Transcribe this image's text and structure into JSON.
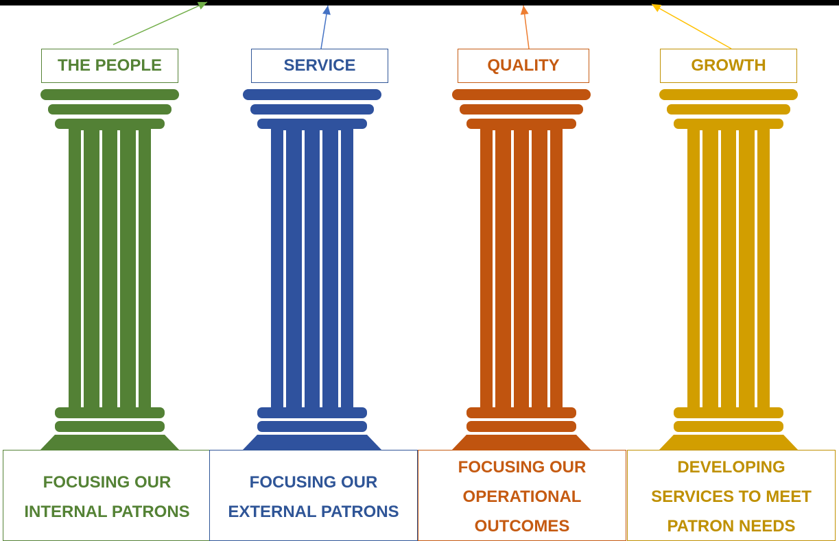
{
  "pillars": [
    {
      "name": "THE PEOPLE",
      "description": "FOCUSING OUR INTERNAL PATRONS",
      "color": "#548235"
    },
    {
      "name": "SERVICE",
      "description": "FOCUSING OUR EXTERNAL PATRONS",
      "color": "#2F5597"
    },
    {
      "name": "QUALITY",
      "description": "FOCUSING OUR OPERATIONAL OUTCOMES",
      "color": "#C55A11"
    },
    {
      "name": "GROWTH",
      "description": "DEVELOPING SERVICES TO MEET PATRON NEEDS",
      "color": "#BF9000"
    }
  ],
  "colors": {
    "pillar_fills": [
      "#538135",
      "#2F529E",
      "#C0540F",
      "#D29E00"
    ],
    "arrows": [
      "#70AD47",
      "#4472C4",
      "#ED7D31",
      "#FFC000"
    ],
    "top_bar": "#000000"
  }
}
